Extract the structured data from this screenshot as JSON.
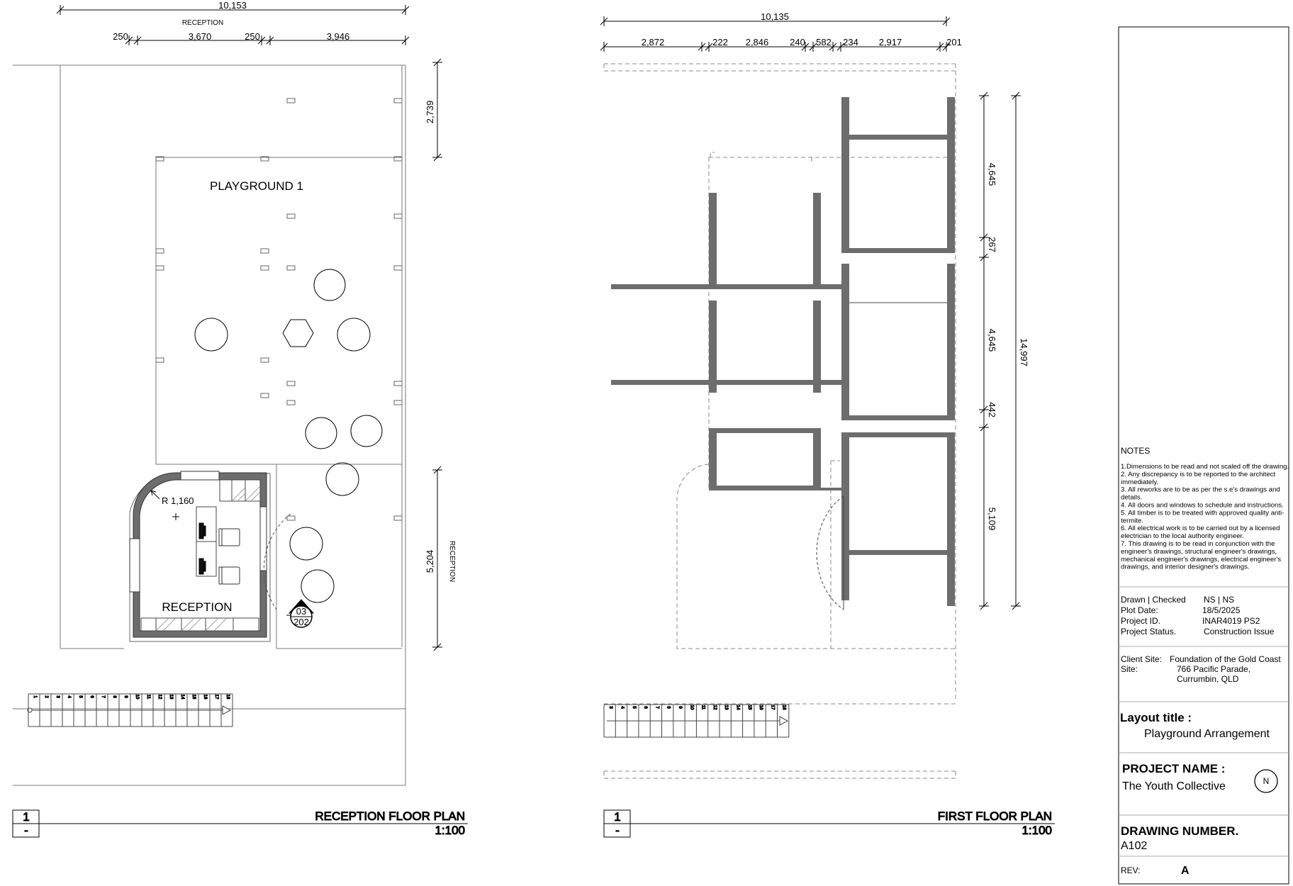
{
  "left_plan": {
    "dimensions": {
      "overall_width": "10,153",
      "top_caption": "RECEPTION",
      "seg_1": "250",
      "seg_2": "3,670",
      "seg_3": "250",
      "seg_4": "3,946",
      "v_top": "2,739",
      "v_bottom": "5,204",
      "v_caption": "RECEPTION",
      "radius": "R 1,160"
    },
    "rooms": {
      "playground": "PLAYGROUND 1",
      "reception": "RECEPTION"
    },
    "section_marker": {
      "number": "03",
      "sheet": "202"
    },
    "stair_numbers": [
      "1",
      "2",
      "3",
      "4",
      "5",
      "6",
      "7",
      "8",
      "9",
      "10",
      "11",
      "12",
      "13",
      "14",
      "15",
      "16",
      "17",
      "18"
    ],
    "title_block": {
      "number": "1",
      "sub": "-",
      "title": "RECEPTION FLOOR PLAN",
      "scale": "1:100"
    }
  },
  "right_plan": {
    "dimensions": {
      "overall_width": "10,135",
      "segments": [
        "2,872",
        "222",
        "2,846",
        "240",
        "582",
        "234",
        "2,917",
        "201"
      ],
      "vertical": [
        "4,645",
        "267",
        "4,645",
        "442",
        "5,109"
      ],
      "overall_height": "14,997"
    },
    "stair_numbers": [
      "3",
      "4",
      "5",
      "6",
      "7",
      "8",
      "9",
      "10",
      "11",
      "12",
      "13",
      "14",
      "15",
      "16",
      "17",
      "18"
    ],
    "title_block": {
      "number": "1",
      "sub": "-",
      "title": "FIRST FLOOR PLAN",
      "scale": "1:100"
    }
  },
  "title_block": {
    "notes_heading": "NOTES",
    "notes": [
      "1.Dimensions to be read and not scaled off the drawing.",
      "2. Any discrepancy is to be reported to the architect",
      "immediately.",
      "3. All reworks are to be as per the s.e's drawings and",
      "details.",
      "4. All doors and windows to schedule and instructions.",
      "5. All timber is to be treated with approved quality anti-",
      "termite.",
      "6. All electrical work is to be carried out by a licensed",
      "electrician to the local authority engineer.",
      "7. This drawing is to be read in conjunction with the",
      "engineer's drawings, structural engineer's drawings,",
      "mechanical engineer's drawings, electrical engineer's",
      "drawings, and interior designer's drawings."
    ],
    "info": {
      "drawn_label": "Drawn | Checked",
      "drawn_value": "NS | NS",
      "plot_label": "Plot Date:",
      "plot_value": "18/5/2025",
      "project_id_label": "Project ID.",
      "project_id_value": "INAR4019 PS2",
      "status_label": "Project Status.",
      "status_value": "Construction Issue"
    },
    "client": {
      "client_label": "Client Site:",
      "client_value": "Foundation of the Gold Coast",
      "site_label": "Site:",
      "site_line1": "766 Pacific Parade,",
      "site_line2": "Currumbin, QLD"
    },
    "layout_title_label": "Layout title :",
    "layout_title_value": "Playground Arrangement",
    "project_name_label": "PROJECT NAME :",
    "project_name_value": "The Youth Collective",
    "north": "N",
    "drawing_number_label": "DRAWING NUMBER.",
    "drawing_number_value": "A102",
    "rev_label": "REV:",
    "rev_value": "A"
  }
}
